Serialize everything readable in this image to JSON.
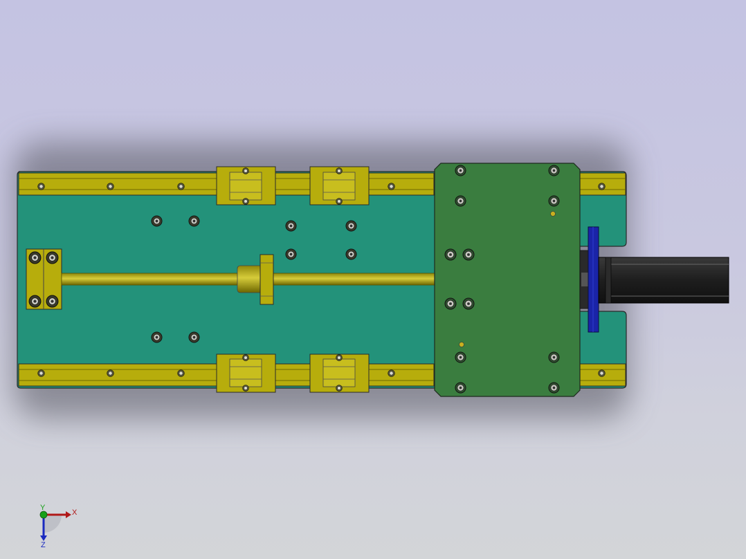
{
  "viewport": {
    "background_top": "#c4c3e2",
    "background_bottom": "#d3d5d8",
    "colors": {
      "base_plate": "#23927a",
      "rail": "#b7ad0c",
      "rail_dark": "#7a7300",
      "carriage_plate": "#3a7d3f",
      "motor_body": "#1e1e1e",
      "coupling_flange": "#1a24a8",
      "edge": "#2a2a2a"
    }
  },
  "model": {
    "base_plate": "base-plate",
    "top_rail": "linear-rail-top",
    "bottom_rail": "linear-rail-bottom",
    "ball_screw": "ball-screw",
    "screw_nut": "ball-screw-nut",
    "end_support": "end-support-block",
    "carriage_plate": "carriage-plate",
    "motor": "stepper-motor",
    "flange": "motor-flange"
  },
  "triad": {
    "x_label": "X",
    "y_label": "Y",
    "z_label": "Z",
    "x_color": "#b01818",
    "y_color": "#18a018",
    "z_color": "#1a2ac0"
  }
}
